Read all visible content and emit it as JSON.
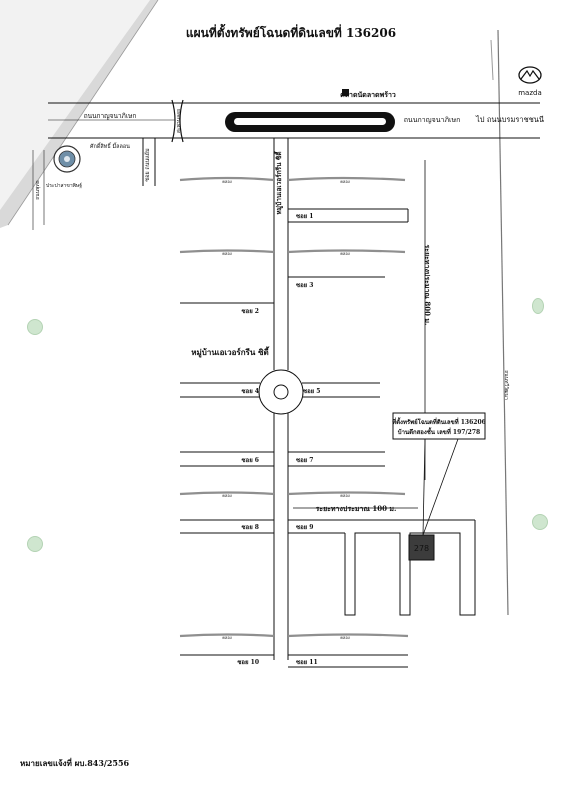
{
  "map": {
    "title": "แผนที่ตั้งทรัพย์โฉนดที่ดินเลขที่ 136206",
    "footer_note": "หมายเลขแจ้งที่ ผบ.843/2556",
    "landmarks": {
      "market": "ตลาดนัดลาดพร้าว",
      "mazda": "mazda",
      "shop_left": "ศักดิ์สิทธิ์ มี้ลลอน",
      "gov_office": "ประปาสาขาพิษฐ์",
      "ped_bridge": "สะพานลอย",
      "house_no": "278"
    },
    "roads": {
      "main_left": "ถนนกาญจนาภิเษก",
      "main_center": "ถนนกาญจนาภิเษก",
      "to_ratchaburi": "ไป ถนนบรมราชชนนี",
      "soi_left_vertical": "ซอย ถนนแย้ม",
      "village_road": "หมู่บ้านเอเวอร์กรีน ซิตี้",
      "village_name": "หมู่บ้านเอเวอร์กรีน  ซิตี้",
      "distance_horizontal": "ระยะทางประมาณ 100 ม.",
      "distance_vertical": "ระยะทางประมาณ 800 ม.",
      "right_vertical_road": "ถนนทวีวัฒนา",
      "left_edge_road": "ถนนพุทธ"
    },
    "soi": {
      "s1": "ซอย 1",
      "s2": "ซอย 2",
      "s3": "ซอย 3",
      "s4": "ซอย 4",
      "s5": "ซอย 5",
      "s6": "ซอย 6",
      "s7": "ซอย 7",
      "s8": "ซอย 8",
      "s9": "ซอย 9",
      "s10": "ซอย 10",
      "s11": "ซอย 11"
    },
    "callout": {
      "line1": "ที่ตั้งทรัพย์โฉนดที่ดินเลขที่ 136206",
      "line2": "บ้านตึกสองชั้น เลขที่ 197/278"
    },
    "canal_label": "คลอง"
  }
}
